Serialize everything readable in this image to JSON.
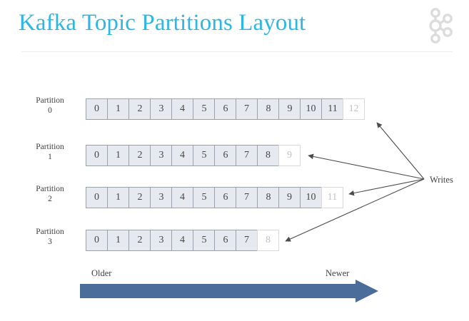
{
  "header": {
    "title": "Kafka Topic Partitions Layout",
    "logo_icon": "kafka-logo-icon"
  },
  "diagram": {
    "type": "partition-log-layout",
    "partitions": [
      {
        "label_name": "Partition",
        "label_num": "0",
        "filled": [
          "0",
          "1",
          "2",
          "3",
          "4",
          "5",
          "6",
          "7",
          "8",
          "9",
          "10",
          "11"
        ],
        "empty": "12",
        "segments": [
          1,
          1,
          3,
          3,
          3,
          2
        ]
      },
      {
        "label_name": "Partition",
        "label_num": "1",
        "filled": [
          "0",
          "1",
          "2",
          "3",
          "4",
          "5",
          "6",
          "7",
          "8"
        ],
        "empty": "9",
        "segments": [
          1,
          1,
          3,
          3,
          1
        ]
      },
      {
        "label_name": "Partition",
        "label_num": "2",
        "filled": [
          "0",
          "1",
          "2",
          "3",
          "4",
          "5",
          "6",
          "7",
          "8",
          "9",
          "10"
        ],
        "empty": "11",
        "segments": [
          1,
          1,
          3,
          3,
          2,
          1
        ]
      },
      {
        "label_name": "Partition",
        "label_num": "3",
        "filled": [
          "0",
          "1",
          "2",
          "3",
          "4",
          "5",
          "6",
          "7"
        ],
        "empty": "8",
        "segments": [
          1,
          1,
          3,
          3
        ]
      }
    ],
    "writes_label": "Writes",
    "older_label": "Older",
    "newer_label": "Newer"
  },
  "colors": {
    "title": "#2bb6e8",
    "cell_fill": "#e6eaf0",
    "cell_border": "#9aa1ab",
    "empty_cell_border": "#d8d8d8",
    "empty_cell_text": "#c2c2c2",
    "timeline_arrow": "#4a6d99",
    "divider": "#ececec",
    "logo": "#dcdcdc"
  }
}
